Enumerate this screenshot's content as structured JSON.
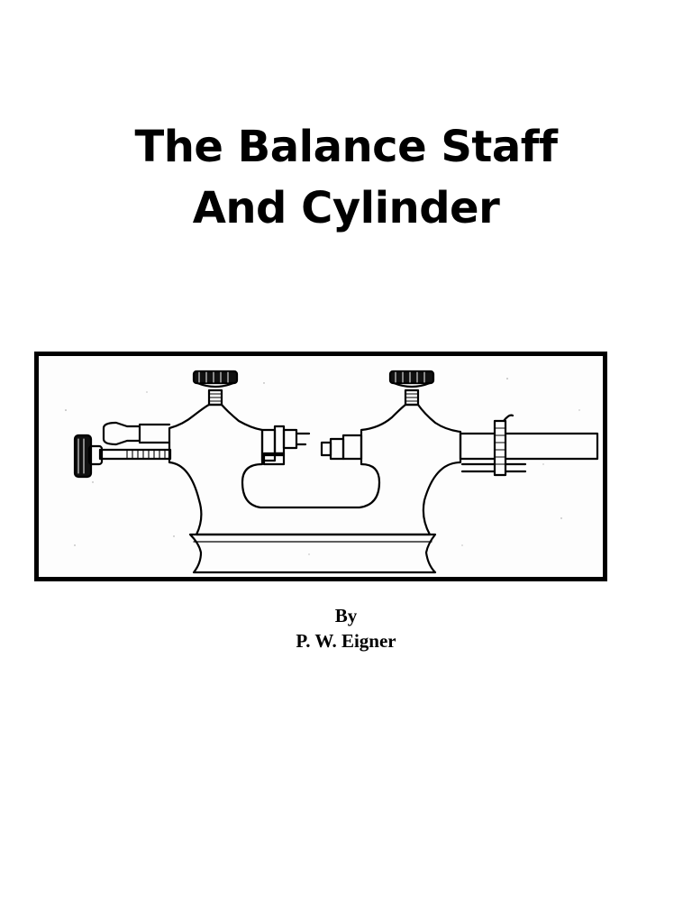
{
  "document": {
    "title_line_1": "The Balance Staff",
    "title_line_2": "And Cylinder",
    "by_label": "By",
    "author": "P. W. Eigner"
  },
  "colors": {
    "background": "#ffffff",
    "ink": "#000000"
  },
  "figure": {
    "icon": "watchmaker-lathe-illustration"
  }
}
